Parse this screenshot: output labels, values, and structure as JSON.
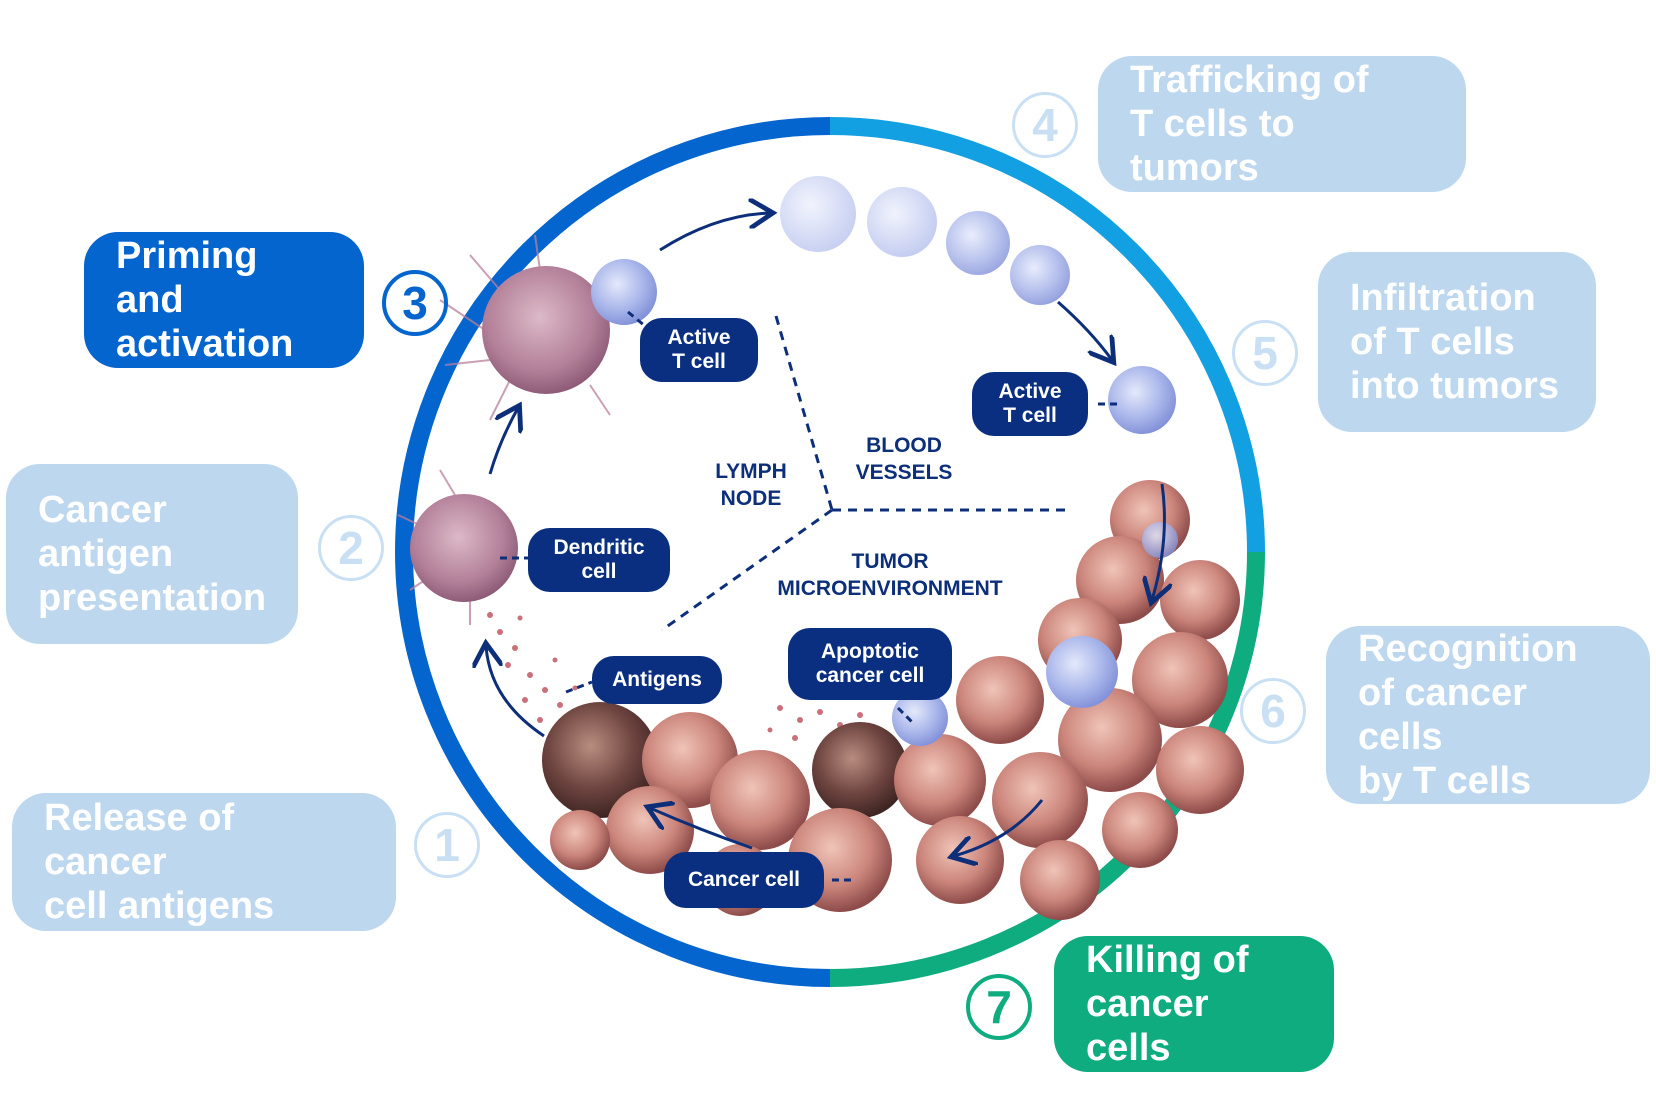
{
  "steps": [
    {
      "number": "1",
      "label": "Release of cancer\ncell antigens"
    },
    {
      "number": "2",
      "label": "Cancer\nantigen\npresentation"
    },
    {
      "number": "3",
      "label": "Priming and\nactivation"
    },
    {
      "number": "4",
      "label": "Trafficking of\nT cells to tumors"
    },
    {
      "number": "5",
      "label": "Infiltration\nof T cells\ninto tumors"
    },
    {
      "number": "6",
      "label": "Recognition\nof cancer cells\nby T cells"
    },
    {
      "number": "7",
      "label": "Killing of\ncancer cells"
    }
  ],
  "cell_labels": {
    "active_t_cell_left": "Active\nT cell",
    "active_t_cell_right": "Active\nT cell",
    "dendritic_cell": "Dendritic\ncell",
    "antigens": "Antigens",
    "apoptotic_cancer_cell": "Apoptotic\ncancer cell",
    "cancer_cell": "Cancer cell"
  },
  "regions": {
    "lymph_node": "LYMPH\nNODE",
    "blood_vessels": "BLOOD\nVESSELS",
    "tumor_microenvironment": "TUMOR\nMICROENVIRONMENT"
  },
  "colors": {
    "ring_blue": "#0565cf",
    "ring_light_blue": "#13a0e3",
    "ring_green": "#0fac80",
    "box_light": "#bdd7ef",
    "pill_navy": "#0a2f80",
    "tcell": "#aab8ec",
    "dendritic": "#b8849e",
    "cancer": "#c98880"
  }
}
